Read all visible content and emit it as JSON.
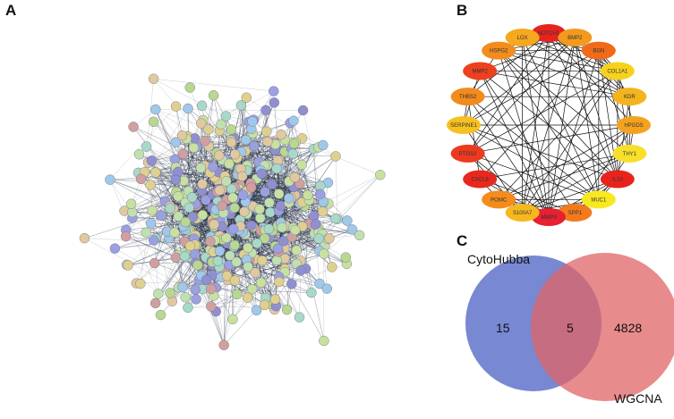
{
  "panels": {
    "a": {
      "label": "A"
    },
    "b": {
      "label": "B"
    },
    "c": {
      "label": "C"
    }
  },
  "hub_network": {
    "genes": [
      {
        "name": "NOTCH1",
        "color": "#e8231e"
      },
      {
        "name": "BMP2",
        "color": "#f39a1e"
      },
      {
        "name": "BGN",
        "color": "#f06a1a"
      },
      {
        "name": "COL1A1",
        "color": "#f6d21e"
      },
      {
        "name": "KDR",
        "color": "#f4b41e"
      },
      {
        "name": "HPGDS",
        "color": "#f4a21e"
      },
      {
        "name": "THY1",
        "color": "#f7df2a"
      },
      {
        "name": "IL10",
        "color": "#e8231e"
      },
      {
        "name": "MUC1",
        "color": "#f8e820"
      },
      {
        "name": "SPP1",
        "color": "#f27a1c"
      },
      {
        "name": "MMP9",
        "color": "#e82032"
      },
      {
        "name": "S100A7",
        "color": "#f6b81e"
      },
      {
        "name": "POMC",
        "color": "#f48c1c"
      },
      {
        "name": "CXCL8",
        "color": "#e8281e"
      },
      {
        "name": "PTGS2",
        "color": "#ec3a1e"
      },
      {
        "name": "SERPINE1",
        "color": "#f6c020"
      },
      {
        "name": "THBS2",
        "color": "#f28a1c"
      },
      {
        "name": "MMP2",
        "color": "#ec401e"
      },
      {
        "name": "HSPG2",
        "color": "#f28c1c"
      },
      {
        "name": "LOX",
        "color": "#f6a81e"
      }
    ]
  },
  "venn": {
    "left_label": "CytoHubba",
    "right_label": "WGCNA",
    "left_only": "15",
    "overlap": "5",
    "right_only": "4828",
    "left_color": "#5a6ec8",
    "right_color": "#e06466",
    "overlap_color": "#a04060"
  },
  "ppi_network": {
    "node_colors": [
      "#9aa0e0",
      "#a8d8c8",
      "#b8d890",
      "#c8e0a0",
      "#e0c8a0",
      "#d0a0a0",
      "#a0c8e8",
      "#9090d0",
      "#c0e0b0",
      "#e0d090"
    ]
  }
}
